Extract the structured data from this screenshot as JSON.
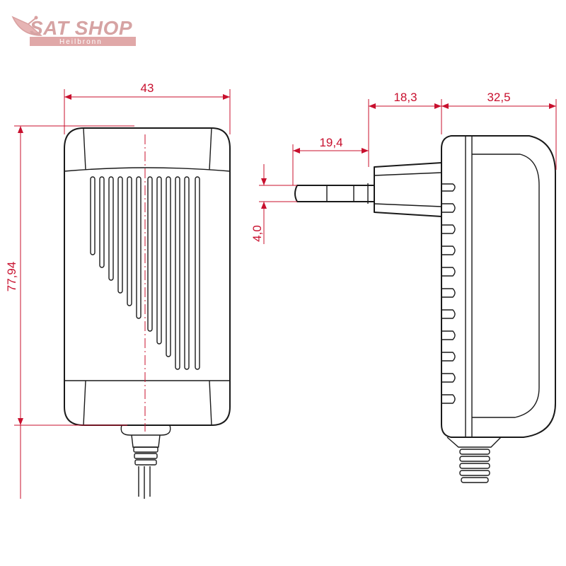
{
  "logo": {
    "main": "SAT SHOP",
    "sub": "Heilbronn",
    "color": "#d9a0a0"
  },
  "colors": {
    "dimension": "#c8102e",
    "outline": "#1a1a1a"
  },
  "dimensions": {
    "width": "43",
    "height": "77,94",
    "pin_length": "19,4",
    "pin_diameter": "4,0",
    "plug_depth": "18,3",
    "body_depth": "32,5"
  }
}
